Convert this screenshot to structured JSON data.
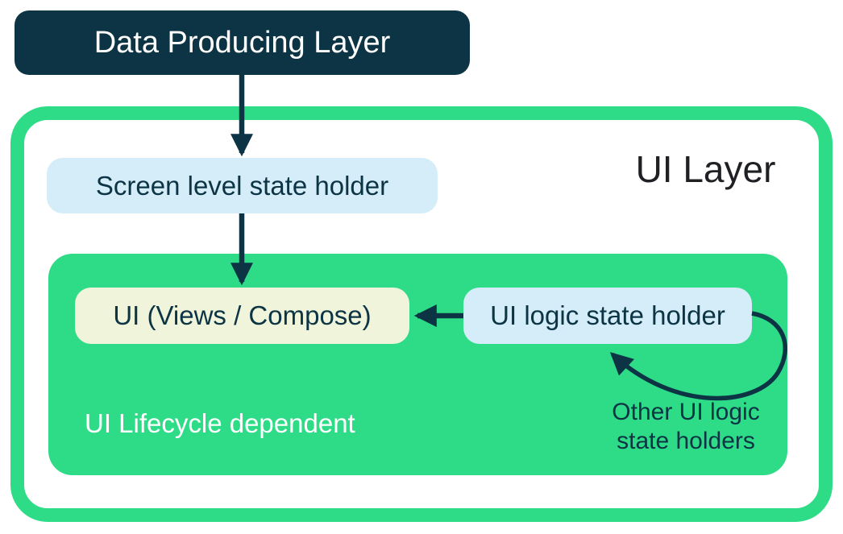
{
  "diagram": {
    "ui_layer_title": "UI Layer",
    "nodes": {
      "data_producing_layer": "Data Producing Layer",
      "screen_level_state_holder": "Screen level state holder",
      "ui_views_compose": "UI (Views / Compose)",
      "ui_logic_state_holder": "UI logic state holder"
    },
    "labels": {
      "ui_lifecycle_dependent": "UI Lifecycle dependent",
      "other_ui_logic_state_holders": "Other UI logic\nstate holders"
    },
    "colors": {
      "dark_navy": "#0c3444",
      "android_green": "#2edc87",
      "light_blue": "#d4edf9",
      "pale_yellow": "#f0f4da",
      "title_black": "#1e2023",
      "white": "#ffffff"
    }
  }
}
